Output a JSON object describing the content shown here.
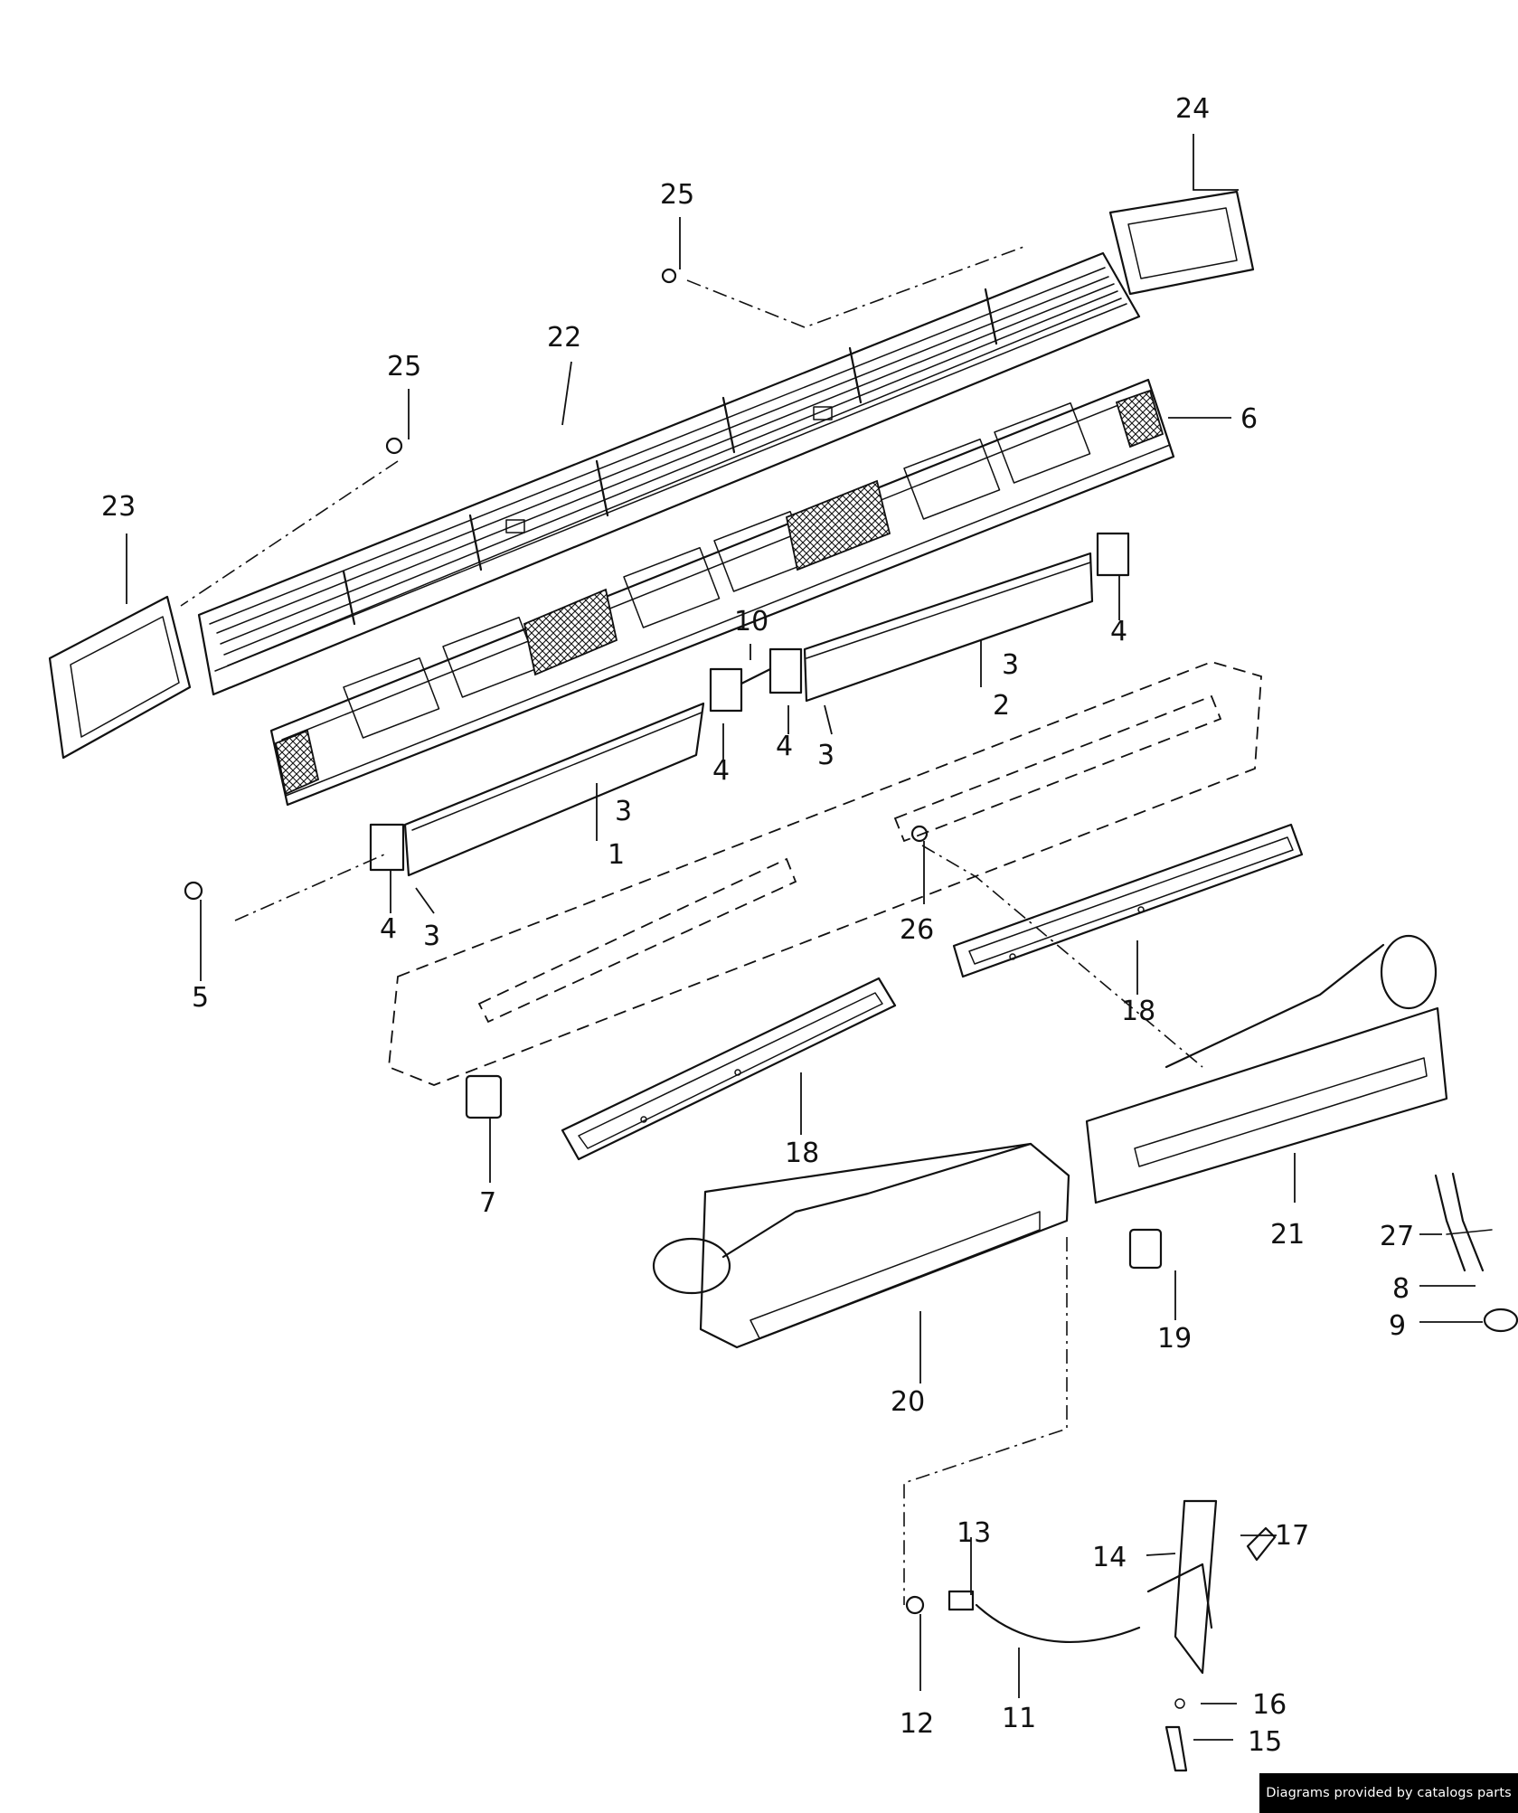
{
  "callouts": {
    "c1": "1",
    "c2": "2",
    "c3a": "3",
    "c3b": "3",
    "c3c": "3",
    "c3d": "3",
    "c4a": "4",
    "c4b": "4",
    "c4c": "4",
    "c4d": "4",
    "c5": "5",
    "c6": "6",
    "c7": "7",
    "c8": "8",
    "c9": "9",
    "c10": "10",
    "c11": "11",
    "c12": "12",
    "c13": "13",
    "c14": "14",
    "c15": "15",
    "c16": "16",
    "c17": "17",
    "c18a": "18",
    "c18b": "18",
    "c19": "19",
    "c20": "20",
    "c21": "21",
    "c22": "22",
    "c23": "23",
    "c24": "24",
    "c25a": "25",
    "c25b": "25",
    "c26": "26",
    "c27": "27"
  },
  "footer": {
    "credit": "Diagrams provided by catalogs parts"
  }
}
